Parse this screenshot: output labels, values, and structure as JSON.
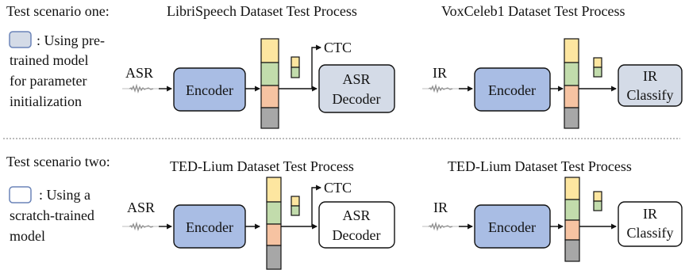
{
  "legend": {
    "scenario_one_title": "Test scenario one:",
    "pretrained_line1": ": Using pre-",
    "pretrained_line2": "trained model",
    "pretrained_line3": "for parameter",
    "pretrained_line4": "initialization",
    "scenario_two_title": "Test scenario two:",
    "scratch_line1": ": Using a",
    "scratch_line2": "scratch-trained",
    "scratch_line3": "model"
  },
  "scenario_one": {
    "left_panel": {
      "title": "LibriSpeech Dataset Test Process",
      "input_label": "ASR",
      "encoder_label": "Encoder",
      "ctc_label": "CTC",
      "decoder_line1": "ASR",
      "decoder_line2": "Decoder"
    },
    "right_panel": {
      "title": "VoxCeleb1 Dataset Test Process",
      "input_label": "IR",
      "encoder_label": "Encoder",
      "classifier_line1": "IR",
      "classifier_line2": "Classify"
    }
  },
  "scenario_two": {
    "left_panel": {
      "title": "TED-Lium Dataset Test Process",
      "input_label": "ASR",
      "encoder_label": "Encoder",
      "ctc_label": "CTC",
      "decoder_line1": "ASR",
      "decoder_line2": "Decoder"
    },
    "right_panel": {
      "title": "TED-Lium Dataset Test Process",
      "input_label": "IR",
      "encoder_label": "Encoder",
      "classifier_line1": "IR",
      "classifier_line2": "Classify"
    }
  },
  "colors": {
    "pretrained_fill": "#d4dbe7",
    "encoder_fill": "#a9bde4",
    "stack_yellow": "#fde6a0",
    "stack_green": "#c2dcac",
    "stack_orange": "#f6c3a2",
    "stack_gray": "#a7a7a7",
    "stroke": "#111111"
  }
}
